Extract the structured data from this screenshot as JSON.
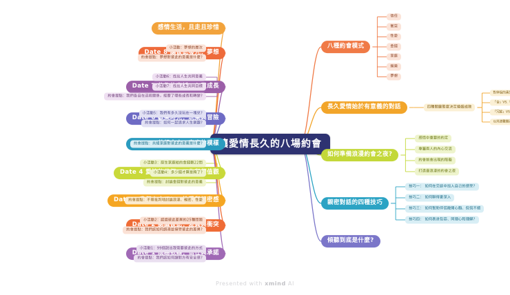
{
  "app": {
    "watermark_prefix": "Presented with ",
    "watermark_brand": "xmind",
    "watermark_suffix": " AI"
  },
  "central": {
    "label": "讓愛情長久的八場約會",
    "color": "#2e3271"
  },
  "left_branches": [
    {
      "label": "感情生活，且走且珍惜",
      "color": "#f2a33c",
      "chip": "#fdf0dc",
      "text": "#7a5a20",
      "children": []
    },
    {
      "label": "Date 8 讓彼此發光：夢想",
      "color": "#ee6b3b",
      "chip": "#fbe3d8",
      "text": "#8c4527",
      "children": [
        "小活動：夢想的層次",
        "約會提點：夢想對彼此的意義是什麼?"
      ]
    },
    {
      "label": "Date 7 信仰的寄託：心靈成長",
      "color": "#9b5fa8",
      "chip": "#efe0f2",
      "text": "#6b3b76",
      "children": [
        "小活動6：找出人生共同意義",
        "小活動7：找出人生共同目標",
        "約會提點：我們各自在這段關係，經歷了哪些成長和轉變?"
      ]
    },
    {
      "label": "Date 6 歡樂時光：玩樂與冒險",
      "color": "#6e6bc4",
      "chip": "#e2e1f4",
      "text": "#4b4890",
      "children": [
        "小活動5：我們有多久沒玩在一塊兒?",
        "約會提點：如何一起追求人生樂趣?"
      ]
    },
    {
      "label": "Date 5 共組未來：家庭的模樣",
      "color": "#2a9bbf",
      "chip": "#d9eef5",
      "text": "#1d6e89",
      "children": [
        "約會提點：共組家庭對彼此的意義是什麼?"
      ]
    },
    {
      "label": "Date 4 愛情的代價：工作與價值觀",
      "color": "#c9d93a",
      "chip": "#eff4cd",
      "text": "#6d7715",
      "children": [
        "小活動3：原生家庭給的金錢觀22問",
        "小活動4：多少錢才算是夠了?",
        "約會提點：討論金錢對彼此的意義"
      ]
    },
    {
      "label": "Date 3 我們上床吧！：性愛與親密感",
      "color": "#f5a623",
      "chip": "#fcecd2",
      "text": "#8a5c0d",
      "children": [
        "約會提點：不帶批判地討論浪漫、親密、性愛"
      ]
    },
    {
      "label": "Date 2 認識彼此：差異與衝突",
      "color": "#ef6c36",
      "chip": "#fbe2d6",
      "text": "#8e4321",
      "children": [
        "小活動2：認識彼此差異的25種問題",
        "約會提點：我們該如何調適並接受彼此的差異?"
      ]
    },
    {
      "label": "Date 1 成為依靠：信任與承諾",
      "color": "#a069b5",
      "chip": "#eadff0",
      "text": "#6d4280",
      "children": [
        "小活動1：99個說出我需要彼此的方式",
        "約會提點：我們該如何讓對方有安全感?"
      ]
    }
  ],
  "right_branches": [
    {
      "label": "八種約會模式",
      "color": "#f07a46",
      "chip": "#fbe4d9",
      "text": "#8c4527",
      "children": [
        {
          "label": "信任",
          "grandchildren": []
        },
        {
          "label": "衝突",
          "grandchildren": []
        },
        {
          "label": "性愛",
          "grandchildren": []
        },
        {
          "label": "金錢",
          "grandchildren": []
        },
        {
          "label": "家庭",
          "grandchildren": []
        },
        {
          "label": "娛樂",
          "grandchildren": []
        },
        {
          "label": "夢想",
          "grandchildren": []
        }
      ]
    },
    {
      "label": "長久愛情始於有意義的對話",
      "color": "#f2a52a",
      "chip": "#fbf0d5",
      "text": "#7d5b12",
      "children": [
        {
          "label": "四種關鍵態度決定婚姻成敗",
          "grandchildren": [
            "對伴侶的喜愛、情感和欣賞",
            "「合」VS.「離」",
            "「冗餘」VS.「忠貞」",
            "以共渡難關為樂"
          ]
        }
      ]
    },
    {
      "label": "如何準備浪漫約會之夜?",
      "color": "#c3d839",
      "chip": "#eef4cc",
      "text": "#6b7614",
      "children": [
        {
          "label": "感情中重要的約定",
          "grandchildren": []
        },
        {
          "label": "專屬兩人的內心交流",
          "grandchildren": []
        },
        {
          "label": "約會前會出現的障礙",
          "grandchildren": []
        },
        {
          "label": "打造最浪漫的約會之夜",
          "grandchildren": []
        }
      ]
    },
    {
      "label": "親密對話的四種技巧",
      "color": "#2ba3c4",
      "chip": "#d8eef5",
      "text": "#1c6b86",
      "children": [
        {
          "label": "技巧一： 如何在交談中加入自己的感受?",
          "grandchildren": []
        },
        {
          "label": "技巧二： 如何聊得更深入",
          "grandchildren": []
        },
        {
          "label": "技巧三： 如何幫助伴侶敞開心胸、侃侃不絕",
          "grandchildren": []
        },
        {
          "label": "技巧四： 如何表達包容、同理心和理解?",
          "grandchildren": []
        }
      ]
    },
    {
      "label": "傾聽到底是什麼?",
      "color": "#7b76c9",
      "chip": "#e3e2f5",
      "text": "#4b4890",
      "children": []
    }
  ]
}
